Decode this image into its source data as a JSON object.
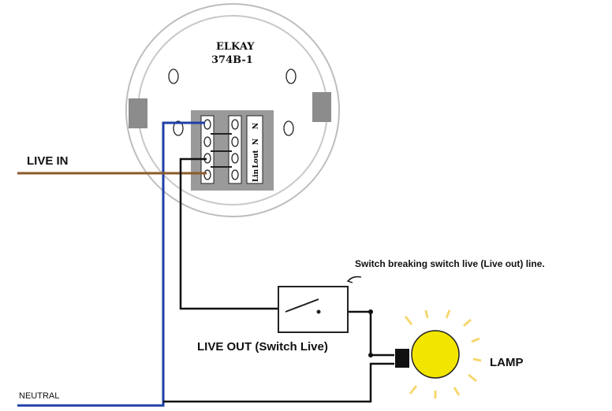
{
  "fitting": {
    "brand": "ELKAY",
    "model": "374B-1",
    "terminal_labels": [
      "N",
      "N",
      "Lout",
      "Lin"
    ]
  },
  "labels": {
    "live_in": "LIVE IN",
    "live_out": "LIVE OUT (Switch Live)",
    "lamp": "LAMP",
    "neutral": "NEUTRAL",
    "switch_note": "Switch breaking switch live (Live out) line."
  },
  "colors": {
    "live_in_wire": "#8b5a2b",
    "neutral_wire": "#1f3fa8",
    "live_out_wire": "#111111",
    "bulb": "#f2e600",
    "bulb_rays": "#f5d76e",
    "terminal_block": "#9a9a9a",
    "fitting_lugs": "#8c8c8c"
  }
}
